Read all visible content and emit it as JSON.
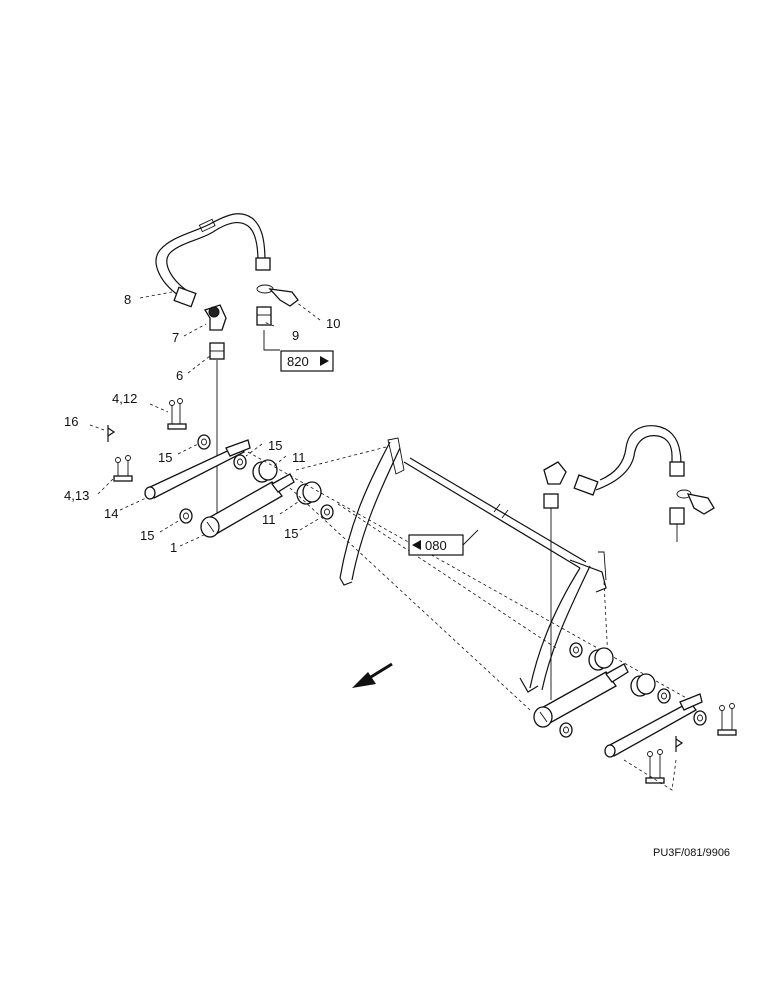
{
  "labels": {
    "l8": "8",
    "l7": "7",
    "l6": "6",
    "l9": "9",
    "l10": "10",
    "l4_12": "4,12",
    "l16": "16",
    "l15a": "15",
    "l15b": "15",
    "l11a": "11",
    "l4_13": "4,13",
    "l14": "14",
    "l15c": "15",
    "l11b": "11",
    "l1": "1",
    "l15d": "15"
  },
  "refs": {
    "ref_820": "820",
    "ref_080": "080"
  },
  "drawing_code": "PU3F/081/9906"
}
